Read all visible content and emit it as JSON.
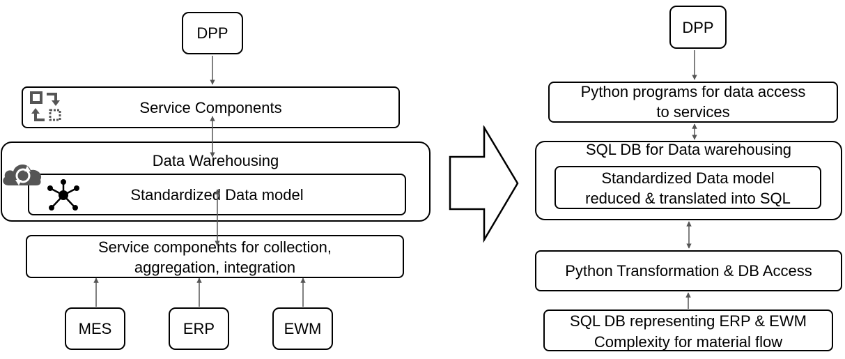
{
  "left": {
    "dpp": "DPP",
    "service_components": "Service Components",
    "data_warehousing": "Data Warehousing",
    "standardized_data_model": "Standardized Data model",
    "collection_line1": "Service components for collection,",
    "collection_line2": "aggregation, integration",
    "sources": [
      "MES",
      "ERP",
      "EWM"
    ]
  },
  "right": {
    "dpp": "DPP",
    "python_programs_line1": "Python programs for data access",
    "python_programs_line2": "to services",
    "sql_dw": "SQL DB for Data warehousing",
    "std_model_line1": "Standardized Data model",
    "std_model_line2": "reduced & translated into SQL",
    "python_transformation": "Python Transformation & DB Access",
    "sql_erp_line1": "SQL DB representing ERP & EWM",
    "sql_erp_line2": "Complexity for material flow"
  },
  "icons": {
    "service": "transfer-icon",
    "cloud": "cloud-sync-icon",
    "network": "network-hub-icon",
    "arrow": "big-right-arrow"
  },
  "colors": {
    "stroke": "#000000",
    "connector": "#555555",
    "icon": "#555555"
  }
}
